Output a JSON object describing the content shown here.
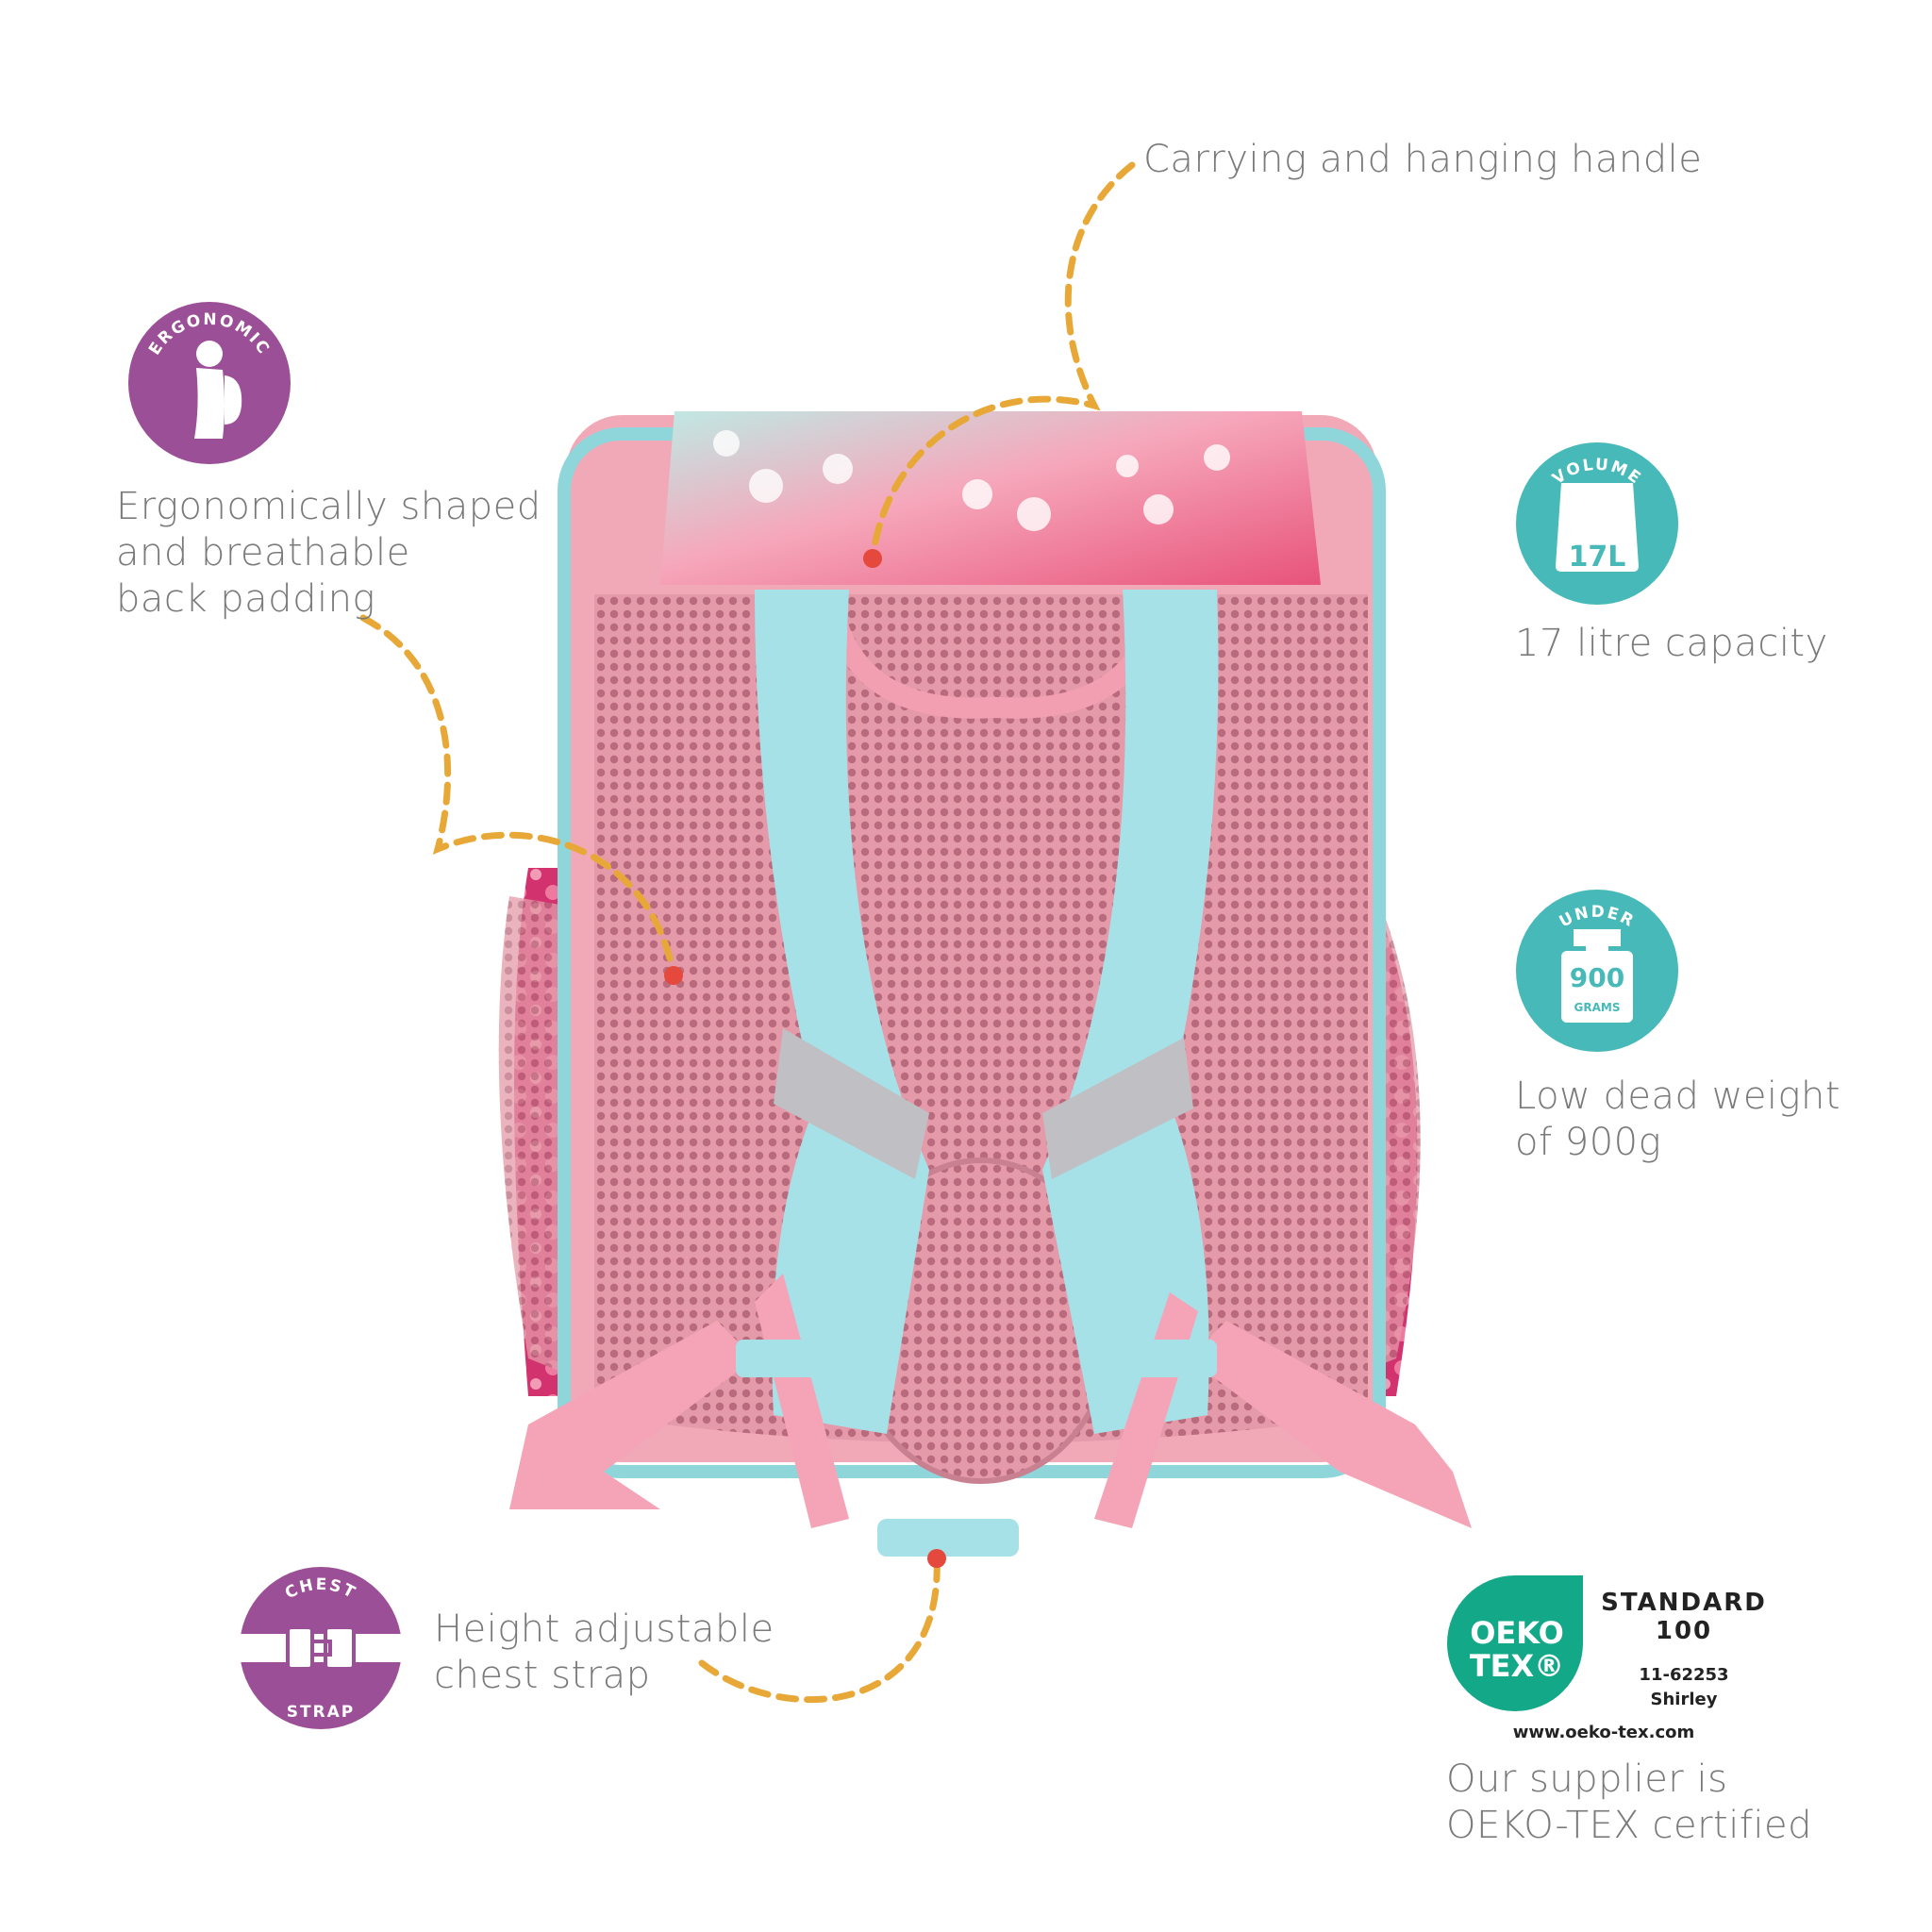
{
  "callouts": {
    "handle": {
      "text": "Carrying and hanging handle"
    },
    "ergonomic": {
      "badge": "ERGONOMIC",
      "lines": [
        "Ergonomically shaped",
        "and breathable",
        "back padding"
      ]
    },
    "volume": {
      "badge": "VOLUME",
      "value": "17L",
      "text": "17 litre capacity"
    },
    "weight": {
      "badge": "UNDER",
      "value": "900",
      "unit": "GRAMS",
      "lines": [
        "Low dead weight",
        "of 900g"
      ]
    },
    "chest": {
      "badge_top": "CHEST",
      "badge_bottom": "STRAP",
      "lines": [
        "Height adjustable",
        "chest strap"
      ]
    },
    "oeko": {
      "logo_line1": "OEKO",
      "logo_line2": "TEX®",
      "standard": "STANDARD",
      "standard_num": "100",
      "cert_no": "11-62253",
      "holder": "Shirley",
      "url": "www.oeko-tex.com",
      "lines": [
        "Our supplier is",
        "OEKO-TEX certified"
      ]
    }
  },
  "colors": {
    "purple": "#9b4f96",
    "teal": "#47b9b8",
    "oeko_green": "#13a887",
    "dash": "#e8a838",
    "dot": "#e5483c"
  }
}
